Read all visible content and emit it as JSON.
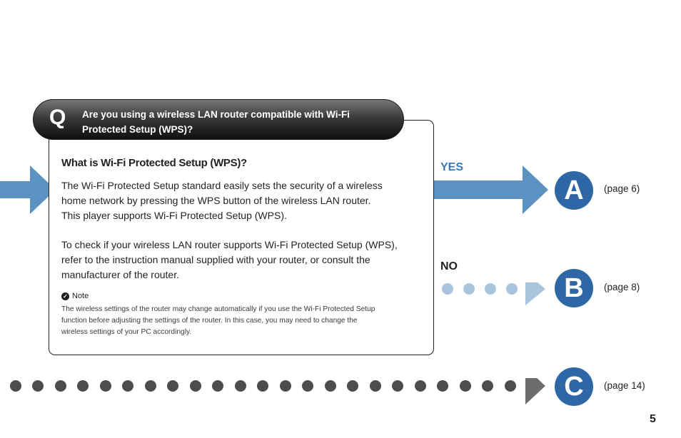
{
  "question": {
    "letter": "Q",
    "text_line1": "Are you using a wireless LAN router compatible with Wi-Fi",
    "text_line2": "Protected Setup (WPS)?"
  },
  "box": {
    "heading": "What is Wi-Fi Protected Setup (WPS)?",
    "para1_line1": "The Wi-Fi Protected Setup standard easily sets the security of a wireless",
    "para1_line2": "home network by pressing the WPS button of the wireless LAN router.",
    "para1_line3": "This player supports Wi-Fi Protected Setup (WPS).",
    "para2_line1": "To check if your wireless LAN router supports Wi-Fi Protected Setup (WPS),",
    "para2_line2": "refer to the instruction manual supplied with your router, or consult the",
    "para2_line3": "manufacturer of the router.",
    "note_label": "Note",
    "note_line1": "The wireless settings of the router may change automatically if you use the Wi-Fi Protected Setup",
    "note_line2": "function before adjusting the settings of the router. In this case, you may need to change the",
    "note_line3": "wireless settings of your PC accordingly."
  },
  "branches": {
    "yes_label": "YES",
    "no_label": "NO",
    "a_letter": "A",
    "a_ref": "(page 6)",
    "b_letter": "B",
    "b_ref": "(page 8)",
    "c_letter": "C",
    "c_ref": "(page 14)"
  },
  "page_number": "5",
  "colors": {
    "yes_blue": "#5b92c1",
    "circle_blue": "#2f67a6",
    "no_dot_blue": "#a9c5de",
    "c_dot_gray": "#4d4d4d",
    "c_arrow_gray": "#6d6d6d"
  }
}
